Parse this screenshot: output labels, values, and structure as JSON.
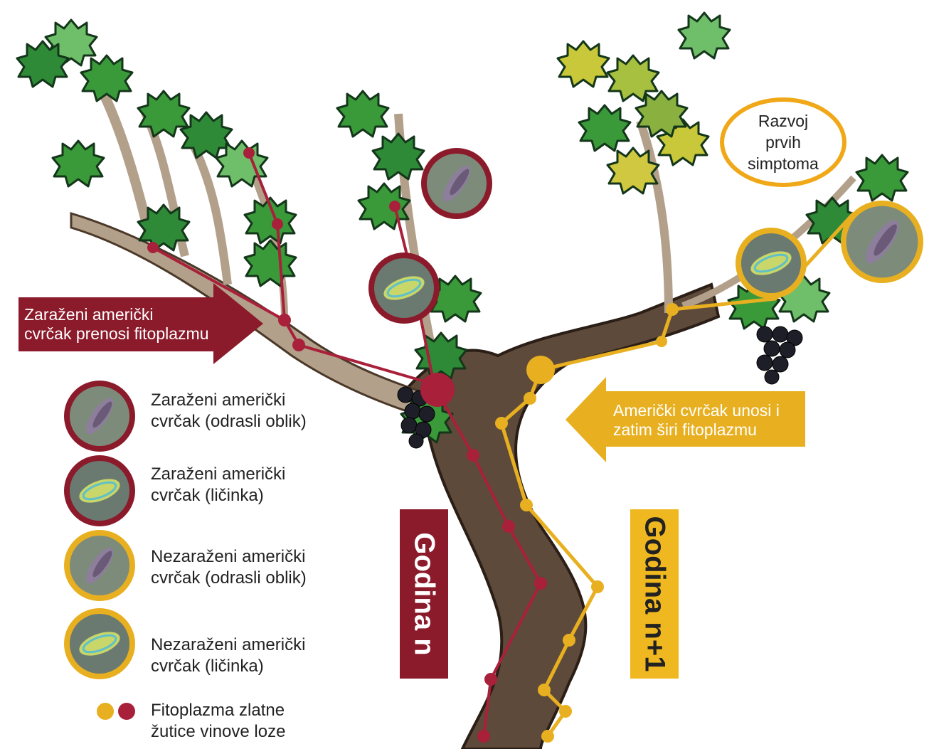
{
  "labels": {
    "infected_transmits": "Zaraženi američki\ncvrčak prenosi fitoplazmu",
    "introduces_spreads": "Američki cvrčak unosi i\nzatim širi fitoplazmu",
    "first_symptoms": "Razvoj\nprvih\nsimptoma",
    "year_n": "Godina n",
    "year_n1": "Godina n+1"
  },
  "legend": [
    {
      "text": "Zaraženi američki\ncvrčak (odrasli oblik)",
      "icon": "infected-adult-icon",
      "ring_color": "#8b1a2b"
    },
    {
      "text": "Zaraženi američki\ncvrčak (ličinka)",
      "icon": "infected-larva-icon",
      "ring_color": "#8b1a2b"
    },
    {
      "text": "Nezaraženi američki\ncvrčak (odrasli oblik)",
      "icon": "uninfected-adult-icon",
      "ring_color": "#e8b020"
    },
    {
      "text": "Nezaraženi američki\ncvrčak (ličinka)",
      "icon": "uninfected-larva-icon",
      "ring_color": "#e8b020"
    },
    {
      "text": "Fitoplazma zlatne\nžutice vinove loze",
      "icon": "phytoplasma-dots-icon",
      "ring_color": ""
    }
  ],
  "colors": {
    "infected": "#8b1a2b",
    "uninfected": "#e8b020",
    "trunk": "#5e4a3a",
    "leaf_green": "#3a9a3a",
    "leaf_yellow": "#c8c83a"
  }
}
